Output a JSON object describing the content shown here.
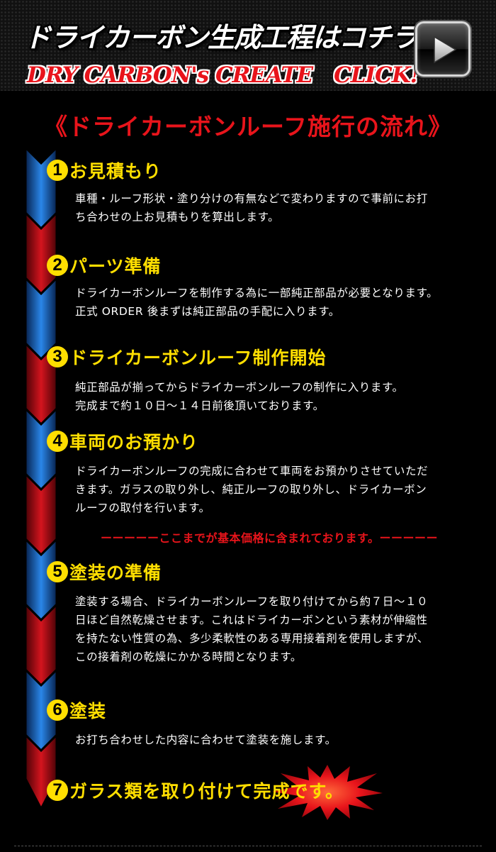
{
  "banner": {
    "title": "ドライカーボン生成工程はコチラ",
    "subtitle": "DRY CARBON's CREATE　CLICK!",
    "play_icon": "play-triangle-icon"
  },
  "section": {
    "title": "《ドライカーボンルーフ施行の流れ》"
  },
  "steps": [
    {
      "num": "1",
      "title": "お見積もり",
      "lines": [
        "車種・ルーフ形状・塗り分けの有無などで変わりますので事前にお打",
        "ち合わせの上お見積もりを算出します。"
      ]
    },
    {
      "num": "2",
      "title": "パーツ準備",
      "lines": [
        "ドライカーボンルーフを制作する為に一部純正部品が必要となります。",
        "正式 ORDER 後まずは純正部品の手配に入ります。"
      ]
    },
    {
      "num": "3",
      "title": "ドライカーボンルーフ制作開始",
      "lines": [
        "純正部品が揃ってからドライカーボンルーフの制作に入ります。",
        "完成まで約１０日〜１４日前後頂いております。"
      ]
    },
    {
      "num": "4",
      "title": "車両のお預かり",
      "lines": [
        "ドライカーボンルーフの完成に合わせて車両をお預かりさせていただ",
        "きます。ガラスの取り外し、純正ルーフの取り外し、ドライカーボン",
        "ルーフの取付を行います。"
      ]
    },
    {
      "num": "5",
      "title": "塗装の準備",
      "lines": [
        "塗装する場合、ドライカーボンルーフを取り付けてから約７日〜１０",
        "日ほど自然乾燥させます。これはドライカーボンという素材が伸縮性",
        "を持たない性質の為、多少柔軟性のある専用接着剤を使用しますが、",
        "この接着剤の乾燥にかかる時間となります。"
      ]
    },
    {
      "num": "6",
      "title": "塗装",
      "lines": [
        "お打ち合わせした内容に合わせて塗装を施します。"
      ]
    },
    {
      "num": "7",
      "title": "ガラス類を取り付けて完成です。",
      "lines": []
    }
  ],
  "base_price_note": "ーーーーーここまでが基本価格に含まれております。ーーーーー",
  "colors": {
    "accent_red": "#e8141b",
    "accent_yellow": "#ffde00",
    "arrow_blue": "#1565c8",
    "arrow_red": "#c8101a"
  }
}
